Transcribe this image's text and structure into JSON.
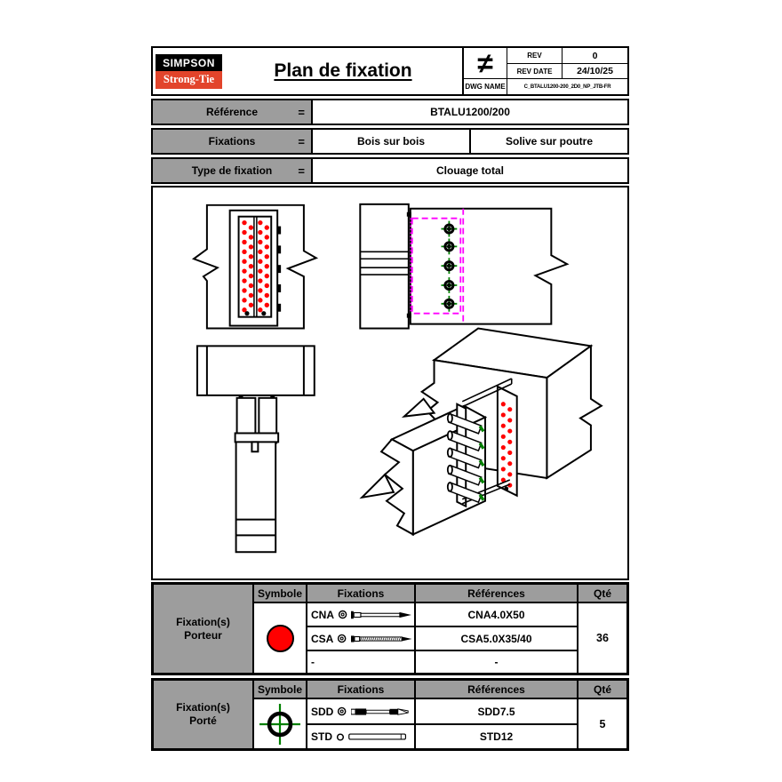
{
  "colors": {
    "logo_red": "#e2442b",
    "nail_red": "#ff0000",
    "dowel_green": "#008000",
    "hidden_magenta": "#ff00ff",
    "header_gray": "#9d9d9d"
  },
  "header": {
    "logo_line1": "SIMPSON",
    "logo_line2": "Strong-Tie",
    "title": "Plan de fixation",
    "projection_symbol": "≠",
    "rev_label": "REV",
    "rev_value": "0",
    "rev_date_label": "REV DATE",
    "rev_date_value": "24/10/25",
    "dwg_name_label": "DWG NAME",
    "dwg_name_value": "C_BTALU1200-200_2D0_NP_JTB-FR"
  },
  "info_rows": [
    {
      "label": "Référence",
      "eq": "=",
      "values": [
        "BTALU1200/200"
      ]
    },
    {
      "label": "Fixations",
      "eq": "=",
      "values": [
        "Bois sur bois",
        "Solive sur poutre"
      ]
    },
    {
      "label": "Type de fixation",
      "eq": "=",
      "values": [
        "Clouage total"
      ]
    }
  ],
  "tables": [
    {
      "group_line1": "Fixation(s)",
      "group_line2": "Porteur",
      "headers": {
        "symbole": "Symbole",
        "fixations": "Fixations",
        "references": "Références",
        "qty": "Qté"
      },
      "rows": [
        {
          "code": "CNA",
          "reference": "CNA4.0X50"
        },
        {
          "code": "CSA",
          "reference": "CSA5.0X35/40"
        },
        {
          "code": "-",
          "reference": "-"
        }
      ],
      "qty": "36"
    },
    {
      "group_line1": "Fixation(s)",
      "group_line2": "Porté",
      "headers": {
        "symbole": "Symbole",
        "fixations": "Fixations",
        "references": "Références",
        "qty": "Qté"
      },
      "rows": [
        {
          "code": "SDD",
          "reference": "SDD7.5"
        },
        {
          "code": "STD",
          "reference": "STD12"
        }
      ],
      "qty": "5"
    }
  ]
}
